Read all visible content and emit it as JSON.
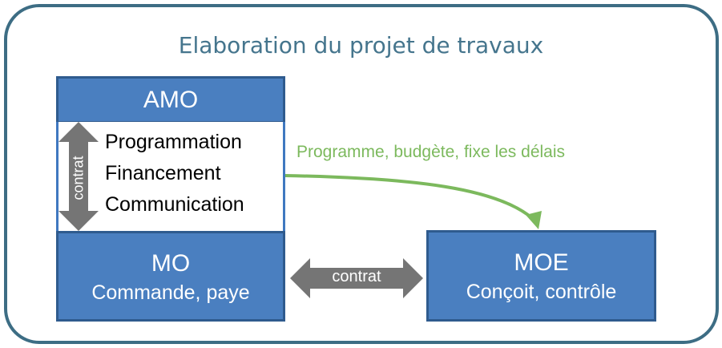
{
  "title": "Elaboration du projet de travaux",
  "amo": {
    "label": "AMO",
    "tasks": [
      "Programmation",
      "Financement",
      "Communication"
    ]
  },
  "mo": {
    "label": "MO",
    "role": "Commande, paye"
  },
  "moe": {
    "label": "MOE",
    "role": "Conçoit, contrôle"
  },
  "flow_label": "Programme, budgète, fixe les délais",
  "contrat_vertical": "contrat",
  "contrat_horizontal": "contrat",
  "colors": {
    "box": "#4a7fc0",
    "arrow": "#757575",
    "green": "#7cb95d",
    "frame": "#3d6d84"
  }
}
